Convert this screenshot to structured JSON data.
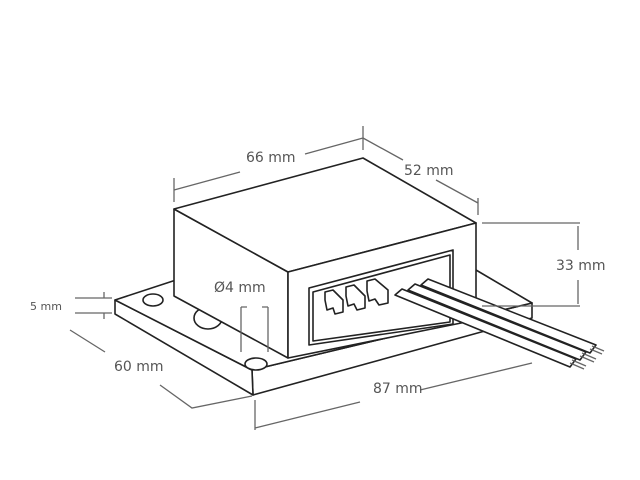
{
  "title": "Housing dimension drawing",
  "dimensions": {
    "width": "66 mm",
    "depth": "52 mm",
    "height": "33 mm",
    "hole_diameter": "Ø4 mm",
    "base_thickness": "5 mm",
    "base_depth": "60 mm",
    "base_length": "87 mm"
  },
  "colors": {
    "outline": "#222222",
    "dimension": "#666666",
    "text": "#555555"
  }
}
